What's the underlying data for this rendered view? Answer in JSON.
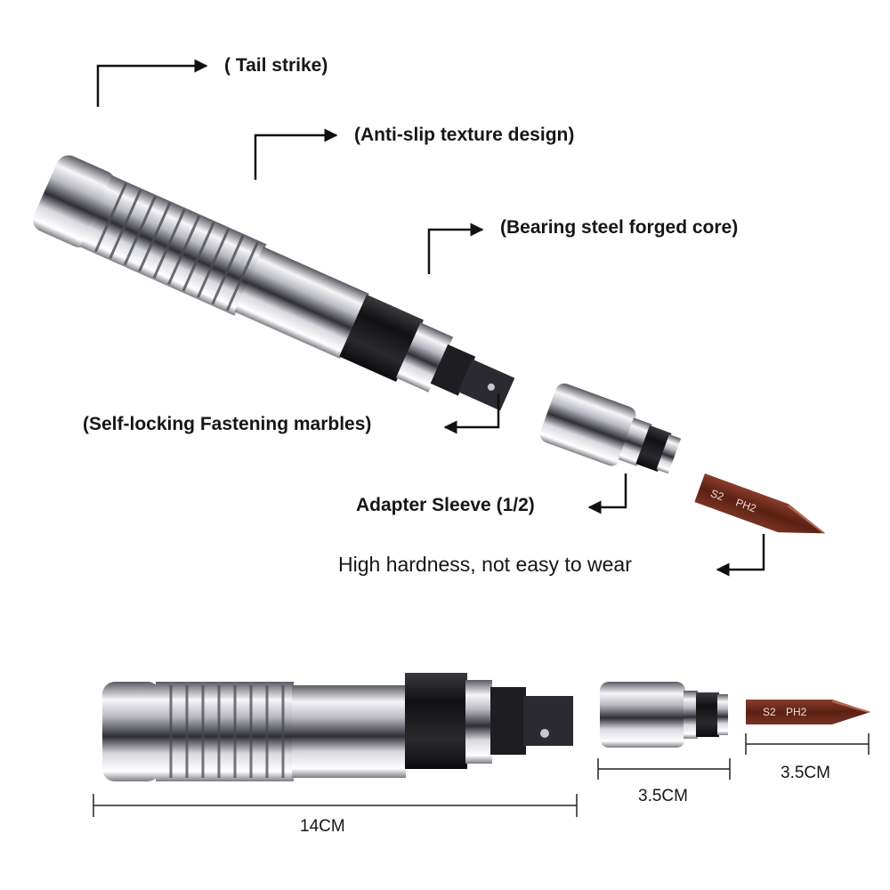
{
  "callouts": {
    "tail_strike": "( Tail strike)",
    "anti_slip": "(Anti-slip texture design)",
    "forged_core": "(Bearing steel forged core)",
    "marbles": "(Self-locking Fastening marbles)",
    "adapter": "Adapter Sleeve (1/2)",
    "hardness": "High hardness, not easy to wear"
  },
  "bit_marking": {
    "steel": "S2",
    "type": "PH2"
  },
  "dimensions": {
    "driver_length": "14CM",
    "sleeve_length": "3.5CM",
    "bit_length": "3.5CM"
  },
  "colors": {
    "chrome_light": "#f4f4f6",
    "chrome_dark": "#3a3a40",
    "black_band": "#1c1c1e",
    "bit_brown": "#6a2a1c",
    "arrow": "#111111"
  }
}
